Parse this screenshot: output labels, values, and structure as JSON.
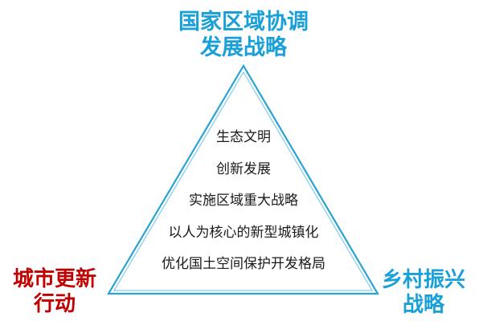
{
  "diagram": {
    "colors": {
      "triangle_outer": "#29a3d6",
      "triangle_inner": "#7fcdec",
      "top_label": "#1aa0d8",
      "left_label": "#c00000",
      "right_label": "#1aa0d8"
    },
    "top_vertex": {
      "line1": "国家区域协调",
      "line2": "发展战略"
    },
    "left_vertex": {
      "line1": "城市更新",
      "line2": "行动"
    },
    "right_vertex": {
      "line1": "乡村振兴",
      "line2": "战略"
    },
    "center_items": [
      "生态文明",
      "创新发展",
      "实施区域重大战略",
      "以人为核心的新型城镇化",
      "优化国土空间保护开发格局"
    ]
  }
}
